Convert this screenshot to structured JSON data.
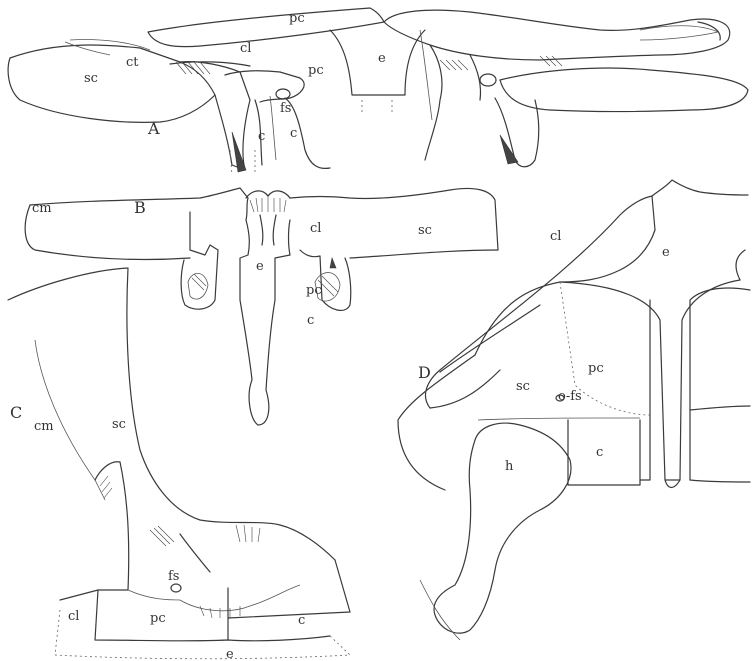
{
  "figures": {
    "A": {
      "letter": "A",
      "labels": {
        "pc_top": "pc",
        "cl": "cl",
        "ct": "ct",
        "sc": "sc",
        "e": "e",
        "pc": "pc",
        "fs": "fs",
        "c1": "c",
        "c2": "c"
      }
    },
    "B": {
      "letter": "B",
      "labels": {
        "cm": "cm",
        "cl": "cl",
        "sc": "sc",
        "e": "e",
        "pc": "pc",
        "c": "c"
      }
    },
    "C": {
      "letter": "C",
      "labels": {
        "cm": "cm",
        "sc": "sc",
        "fs": "fs",
        "cl": "cl",
        "pc": "pc",
        "c": "c",
        "e": "e"
      }
    },
    "D": {
      "letter": "D",
      "labels": {
        "cl": "cl",
        "e": "e",
        "sc": "sc",
        "pc": "pc",
        "fs": "o-fs",
        "h": "h",
        "c": "c"
      }
    }
  }
}
